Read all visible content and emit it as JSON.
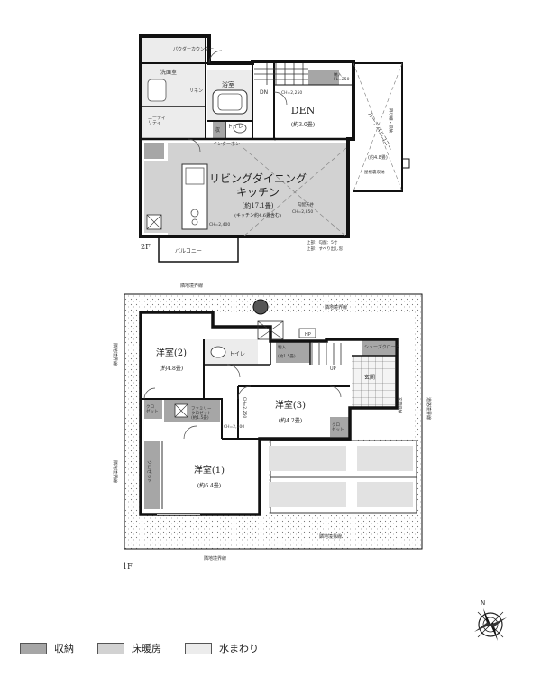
{
  "floors": {
    "second": {
      "label": "2F",
      "rooms": {
        "powder_counter": "パウダーカウンター",
        "washroom": "洗面室",
        "bath": "浴室",
        "utility": "ユーティ\nリティ",
        "linen": "リネン",
        "storage_small": "収",
        "toilet": "トイレ",
        "den": "DEN",
        "den_size": "(約3.0畳)",
        "ldk": "リビングダイニング",
        "ldk2": "キッチン",
        "ldk_size": "(約17.1畳)",
        "ldk_sub": "(キッチン約4.6畳含む)",
        "loft_storage": "屋根裏収納",
        "roof_balcony": "ルーフバルコニー",
        "roof_balcony_size": "(約4.8畳)",
        "balcony": "バルコニー",
        "intercom": "インターホン",
        "dn": "DN",
        "ch_den": "CH=2,250",
        "ch_ldk": "CH=2,400",
        "ceiling_note": "勾配天井",
        "ch_ldk2": "CH=2,850",
        "roof_note1": "上部：勾配：5寸",
        "roof_note2": "上部：すべり出し窓",
        "storage_top": "納入\nFL=250",
        "bookshelf": "飾り棚・収納"
      }
    },
    "first": {
      "label": "1F",
      "rooms": {
        "room1": "洋室(1)",
        "room1_size": "(約6.4畳)",
        "room2": "洋室(2)",
        "room2_size": "(約4.8畳)",
        "room3": "洋室(3)",
        "room3_size": "(約4.2畳)",
        "toilet": "トイレ",
        "family_closet": "ファミリー\nクロゼット\n(約1.5畳)",
        "closet": "クロゼット",
        "cl1": "クロ\nゼット",
        "cl2": "クロ\nゼット",
        "entrance": "玄関",
        "shoe_storage": "シューズクローク",
        "shoe_size": "(約1.5畳)",
        "ups": "UP",
        "hp": "HP",
        "storage_room": "物入",
        "ch_1": "CH=2,300",
        "ch_2": "CH=2,250",
        "entrance_storage": "玄関収納"
      }
    },
    "boundary_label": "隣地境界線",
    "road_label": "道路境界線"
  },
  "legend": [
    {
      "label": "収納",
      "color": "#a6a6a6"
    },
    {
      "label": "床暖房",
      "color": "#d2d2d2"
    },
    {
      "label": "水まわり",
      "color": "#ececec"
    }
  ],
  "compass": {
    "north": "N"
  }
}
